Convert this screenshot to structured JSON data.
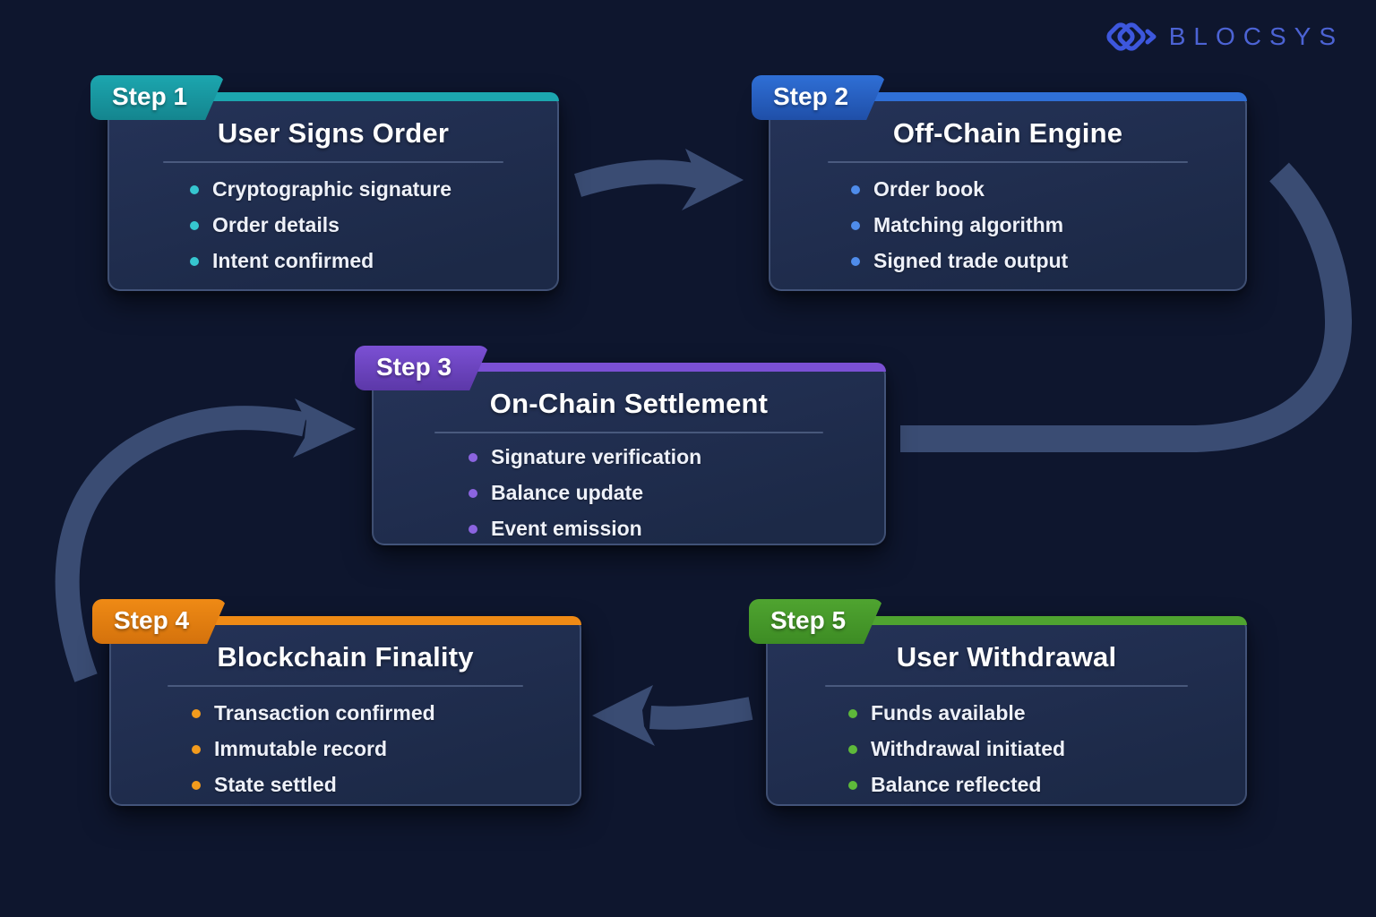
{
  "logo": {
    "text": "BLOCSYS",
    "icon": "interlocked-diamonds-icon"
  },
  "colors": {
    "background": "#0e162e",
    "card_background_top": "#253358",
    "card_background_bottom": "#1c2947",
    "card_border": "#46567a",
    "arrow": "#3a4c73",
    "divider": "#8ca0c8",
    "title_text": "#ffffff",
    "bullet_text": "#eef1f9",
    "logo_blue": "#4c63d4"
  },
  "steps": [
    {
      "badge": "Step 1",
      "title": "User Signs Order",
      "accent": "#1ca6af",
      "accent_dark": "#14858e",
      "bullet_color": "#36c6d0",
      "items": [
        "Cryptographic signature",
        "Order details",
        "Intent confirmed"
      ]
    },
    {
      "badge": "Step 2",
      "title": "Off-Chain Engine",
      "accent": "#2f6fd6",
      "accent_dark": "#1f4fa8",
      "bullet_color": "#4f8cea",
      "items": [
        "Order book",
        "Matching algorithm",
        "Signed trade output"
      ]
    },
    {
      "badge": "Step 3",
      "title": "On-Chain Settlement",
      "accent": "#7b50d4",
      "accent_dark": "#5c38a8",
      "bullet_color": "#8b64e0",
      "items": [
        "Signature verification",
        "Balance update",
        "Event emission"
      ]
    },
    {
      "badge": "Step 4",
      "title": "Blockchain Finality",
      "accent": "#ef8a15",
      "accent_dark": "#d4720c",
      "bullet_color": "#f29b1d",
      "items": [
        "Transaction confirmed",
        "Immutable record",
        "State settled"
      ]
    },
    {
      "badge": "Step 5",
      "title": "User Withdrawal",
      "accent": "#4fa430",
      "accent_dark": "#3d8c24",
      "bullet_color": "#5eb93a",
      "items": [
        "Funds available",
        "Withdrawal initiated",
        "Balance reflected"
      ]
    }
  ]
}
